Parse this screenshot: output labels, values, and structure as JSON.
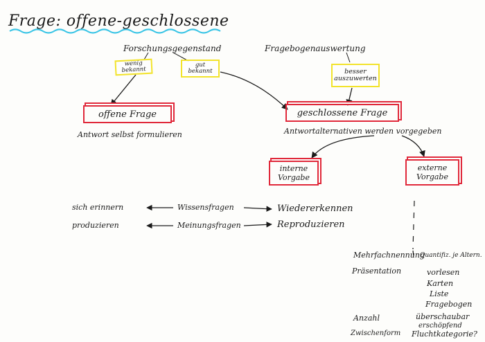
{
  "title": "Frage: offene-geschlossene",
  "left_header": "Forschungsgegenstand",
  "right_header": "Fragebogenauswertung",
  "yellow_boxes": {
    "wenig": [
      "wenig",
      "bekannt"
    ],
    "gut": [
      "gut",
      "bekannt"
    ],
    "besser": [
      "besser",
      "auszuwerten"
    ]
  },
  "offene": {
    "label": "offene Frage",
    "caption": "Antwort selbst formulieren"
  },
  "geschlossene": {
    "label": "geschlossene Frage",
    "caption": "Antwortalternativen werden vorgegeben"
  },
  "interne": [
    "interne",
    "Vorgabe"
  ],
  "externe": [
    "externe",
    "Vorgabe"
  ],
  "memory_rows": [
    {
      "left": "sich erinnern",
      "middle": "Wissensfragen",
      "right": "Wiedererkennen"
    },
    {
      "left": "produzieren",
      "middle": "Meinungsfragen",
      "right": "Reproduzieren"
    }
  ],
  "details": {
    "messung_label": "Mehrfachnennung",
    "messung_value": "Quantifiz. je Altern.",
    "praesentation_label": "Präsentation",
    "praesentation_items": [
      "vorlesen",
      "Karten",
      "Liste",
      "Fragebogen"
    ],
    "anzahl_label": "Anzahl",
    "anzahl_items": [
      "überschaubar",
      "erschöpfend"
    ],
    "zwischenform_label": "Zwischenform",
    "zwischenform_value": "Fluchtkategorie?"
  },
  "colors": {
    "highlight_yellow": "#f2e32b",
    "box_red": "#e0283a",
    "underline_cyan": "#3fc6e6",
    "ink": "#1a1a1a"
  }
}
